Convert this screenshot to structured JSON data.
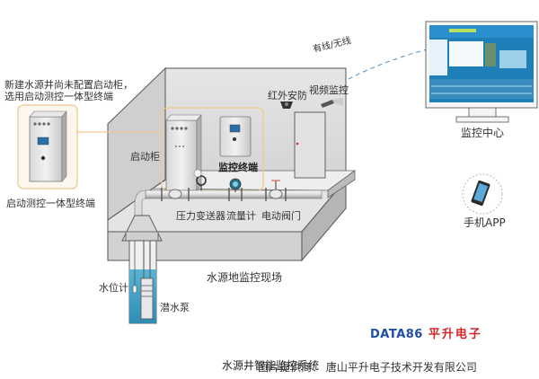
{
  "title_note": {
    "line1": "新建水源井尚未配置启动柜，",
    "line2": "选用启动测控一体型终端"
  },
  "labels": {
    "integrated_terminal": "启动测控一体型终端",
    "start_cabinet": "启动柜",
    "monitor_terminal": "监控终端",
    "infrared_security": "红外安防",
    "video_monitor": "视频监控",
    "wired_wireless": "有线/无线",
    "monitor_center": "监控中心",
    "mobile_app": "手机APP",
    "pressure_transmitter": "压力变送器",
    "flow_meter": "流量计",
    "electric_valve": "电动阀门",
    "site": "水源地监控现场",
    "water_level_meter": "水位计",
    "submersible_pump": "潜水泵"
  },
  "logo": {
    "en": "DATA86",
    "cn": "平升电子"
  },
  "caption": "水源井智能监控系统",
  "credit": "图片提供商：  唐山平升电子技术开发有限公司",
  "colors": {
    "highlight_border": "#f0c890",
    "water": "#3a9ec4",
    "link_dash": "#6a9cc4",
    "screen_blue": "#1f7fb8"
  }
}
